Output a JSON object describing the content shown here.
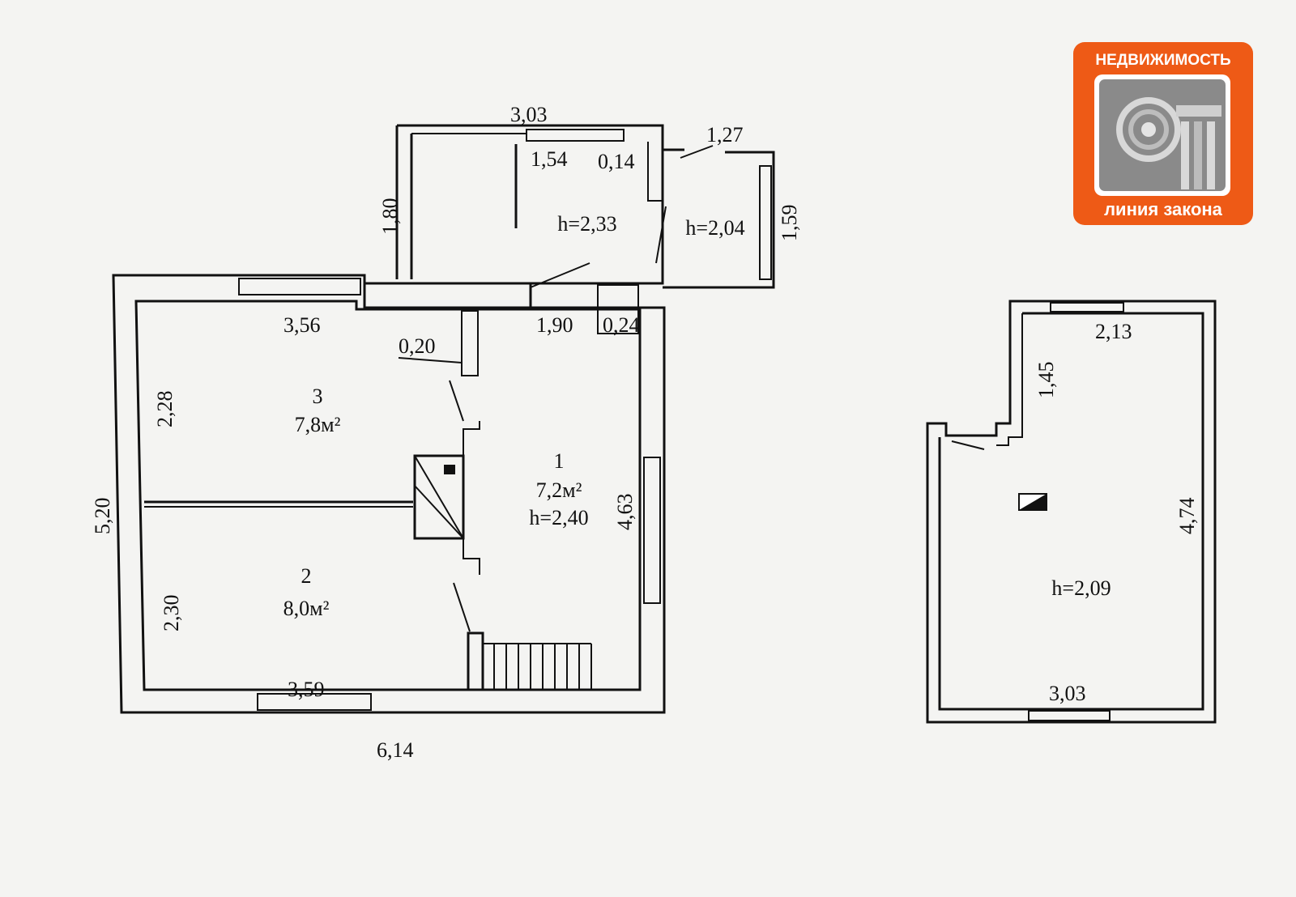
{
  "logo": {
    "top_text": "НЕДВИЖИМОСТЬ",
    "bottom_text": "линия закона",
    "color": "#ee5a16",
    "icon": "ionic-column-icon"
  },
  "floor1": {
    "rooms": [
      {
        "number": "3",
        "area": "7,8м²"
      },
      {
        "number": "2",
        "area": "8,0м²"
      },
      {
        "number": "1",
        "area": "7,2м²",
        "height": "h=2,40"
      }
    ],
    "annex_heights": [
      "h=2,33",
      "h=2,04"
    ],
    "dimensions": {
      "top_width": "3,03",
      "annex_inner": "1,54",
      "annex_wall": "0,14",
      "porch": "1,27",
      "annex_left": "1,80",
      "porch_side": "1,59",
      "room3_width": "3,56",
      "partition": "0,20",
      "hall_width": "1,90",
      "hall_wall": "0,24",
      "room3_depth": "2,28",
      "total_depth": "5,20",
      "hall_depth": "4,63",
      "room2_depth": "2,30",
      "room2_width": "3,59",
      "total_width": "6,14"
    }
  },
  "floor2": {
    "height": "h=2,09",
    "dimensions": {
      "top": "2,13",
      "notch": "1,45",
      "side": "4,74",
      "bottom": "3,03"
    }
  }
}
